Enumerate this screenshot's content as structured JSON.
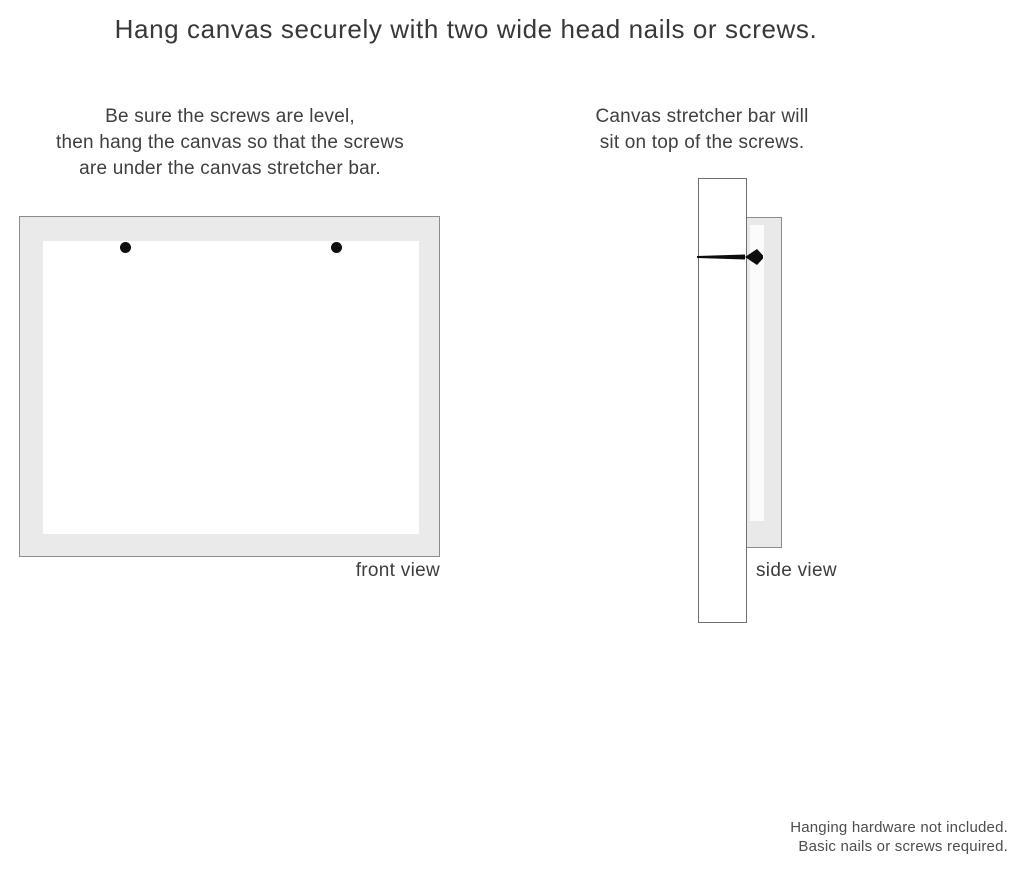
{
  "title": "Hang canvas securely with two wide head nails or screws.",
  "front": {
    "instructions": [
      "Be sure the screws are level,",
      "then hang the canvas so that the screws",
      "are under the canvas stretcher bar."
    ],
    "label": "front view"
  },
  "side": {
    "instructions": [
      "Canvas stretcher bar will",
      "sit on top of the screws."
    ],
    "label": "side view"
  },
  "footer": {
    "lines": [
      "Hanging hardware not included.",
      "Basic nails or screws required."
    ]
  },
  "colors": {
    "canvas_frame_fill": "#eaeaea",
    "frame_border": "#8c8c8c",
    "stretcher_bar_border": "#6f6f6f",
    "nail": "#0d0d0d",
    "text_dark": "#383838",
    "text_gray": "#4d4d4d",
    "background": "#ffffff"
  }
}
